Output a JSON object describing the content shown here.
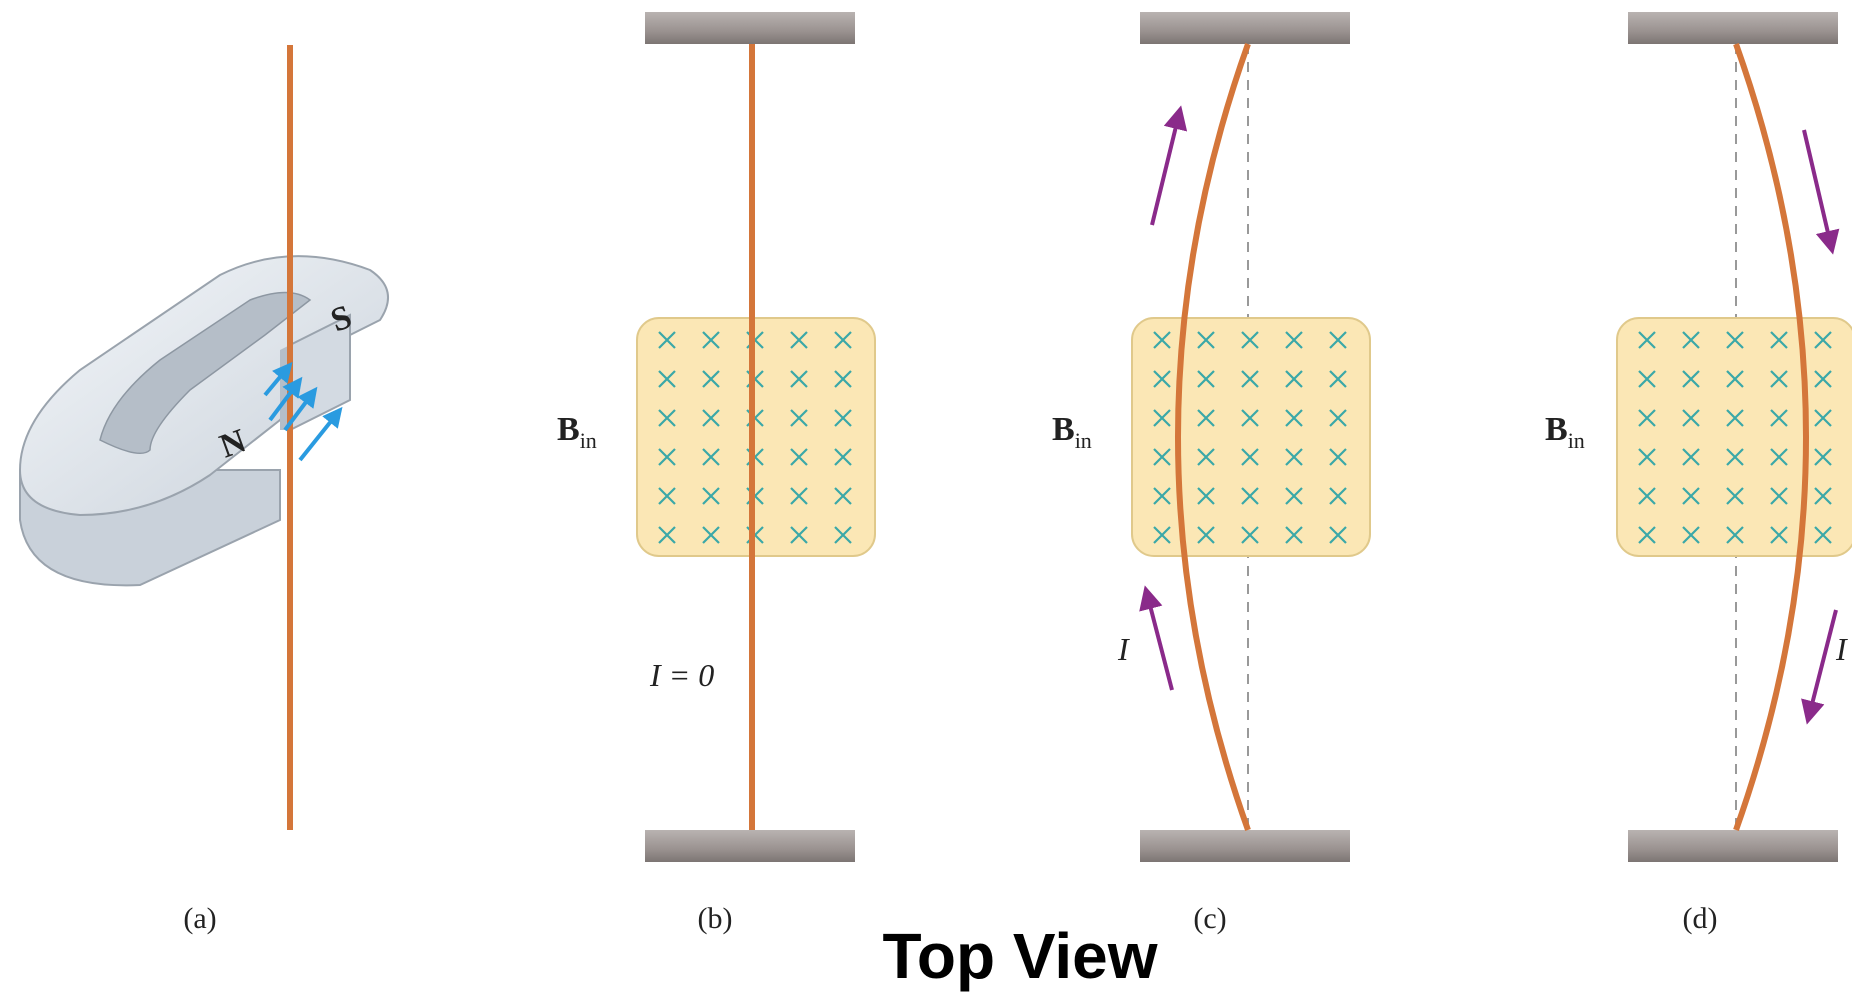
{
  "panels": {
    "a": {
      "label": "(a)",
      "pole_south": "S",
      "pole_north": "N"
    },
    "b": {
      "label": "(b)",
      "field_label": "B",
      "field_sub": "in",
      "current_label": "I = 0"
    },
    "c": {
      "label": "(c)",
      "field_label": "B",
      "field_sub": "in",
      "current_label": "I"
    },
    "d": {
      "label": "(d)",
      "field_label": "B",
      "field_sub": "in",
      "current_label": "I"
    }
  },
  "caption": "Top View",
  "colors": {
    "wire": "#d4763a",
    "support": "#9a9290",
    "field_box": "#fbe7b5",
    "field_box_border": "#e0c98b",
    "field_cross": "#3aa8a8",
    "arrow": "#8a2a8a",
    "magnet": "#dde3ea",
    "magnet_field_arrow": "#2a9be0"
  },
  "icons": {
    "field_marker": "cross-into-page-icon",
    "current_arrow": "arrow-icon",
    "magnet": "horseshoe-magnet-icon"
  }
}
